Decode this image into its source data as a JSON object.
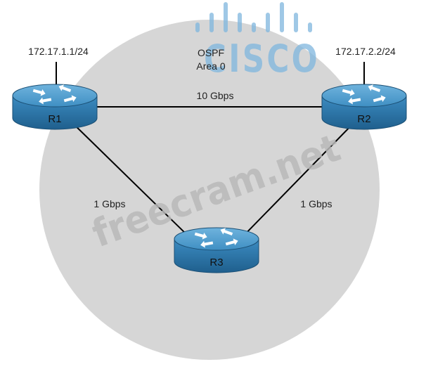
{
  "diagram": {
    "area": {
      "protocol": "OSPF",
      "area": "Area 0"
    },
    "routers": [
      {
        "id": "R1",
        "label": "R1",
        "address": "172.17.1.1/24"
      },
      {
        "id": "R2",
        "label": "R2",
        "address": "172.17.2.2/24"
      },
      {
        "id": "R3",
        "label": "R3"
      }
    ],
    "links": [
      {
        "from": "R1",
        "to": "R2",
        "label": "10 Gbps"
      },
      {
        "from": "R1",
        "to": "R3",
        "label": "1 Gbps"
      },
      {
        "from": "R2",
        "to": "R3",
        "label": "1 Gbps"
      }
    ]
  },
  "watermarks": {
    "brand": "CISCO",
    "site": "freecram.net"
  },
  "colors": {
    "area_fill": "#d6d6d6",
    "router_top": "#4a9ac8",
    "router_body": "#2f7fb5",
    "router_dark": "#1f5f8d",
    "link": "#000000",
    "brand_watermark": "#7fb6de",
    "site_watermark": "#b8b8b8"
  }
}
